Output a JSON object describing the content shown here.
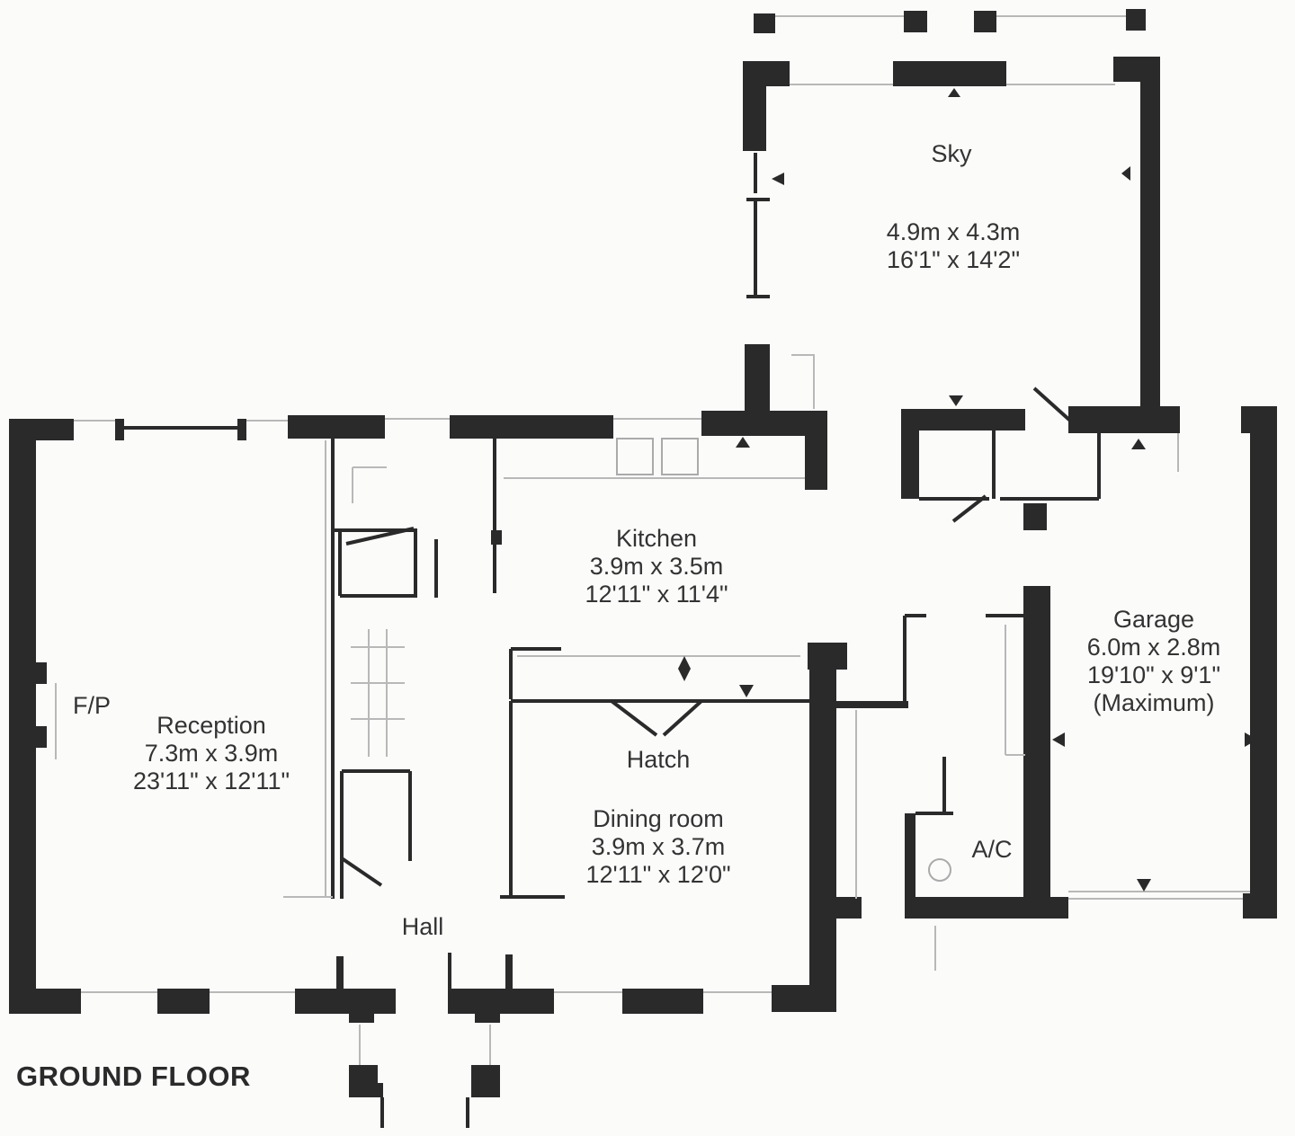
{
  "floor_title": "GROUND FLOOR",
  "rooms": {
    "sky": {
      "name": "Sky",
      "metric": "4.9m x 4.3m",
      "imperial": "16'1\" x 14'2\""
    },
    "kitchen": {
      "name": "Kitchen",
      "metric": "3.9m x 3.5m",
      "imperial": "12'11\" x 11'4\""
    },
    "reception": {
      "name": "Reception",
      "metric": "7.3m x 3.9m",
      "imperial": "23'11\" x 12'11\""
    },
    "dining": {
      "name": "Dining room",
      "metric": "3.9m x 3.7m",
      "imperial": "12'11\" x 12'0\""
    },
    "garage": {
      "name": "Garage",
      "metric": "6.0m x 2.8m",
      "imperial": "19'10\" x 9'1\"",
      "note": "(Maximum)"
    }
  },
  "labels": {
    "fireplace": "F/P",
    "hatch": "Hatch",
    "hall": "Hall",
    "ac": "A/C"
  },
  "colors": {
    "wall": "#2b2a2b",
    "background": "#fbfbfa"
  }
}
